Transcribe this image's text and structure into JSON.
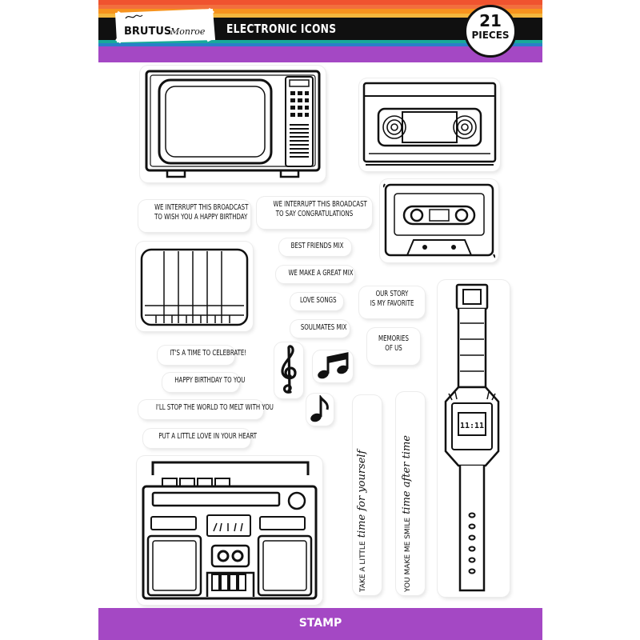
{
  "header": {
    "brand": "BRUTUSMonroe",
    "title": "ELECTRONIC ICONS",
    "badge_number": "21",
    "badge_label": "PIECES"
  },
  "sentiments": {
    "broadcast_birthday": [
      "WE INTERRUPT THIS BROADCAST",
      "TO WISH YOU A HAPPY BIRTHDAY"
    ],
    "broadcast_congrats": [
      "WE INTERRUPT THIS BROADCAST",
      "TO SAY CONGRATULATIONS"
    ],
    "best_friends_mix": "BEST FRIENDS MIX",
    "great_mix": "WE MAKE A GREAT MIX",
    "love_songs": "LOVE SONGS",
    "soulmates_mix": "SOULMATES MIX",
    "our_story": [
      "OUR STORY",
      "IS MY FAVORITE"
    ],
    "memories": [
      "MEMORIES",
      "OF US"
    ],
    "celebrate": "IT'S A TIME TO CELEBRATE!",
    "happy_birthday": "HAPPY BIRTHDAY TO YOU",
    "stop_world": "I'LL STOP THE WORLD TO MELT WITH YOU",
    "little_love": "PUT A LITTLE LOVE IN YOUR HEART",
    "take_little": "TAKE A LITTLE",
    "time_for_yourself": "time for yourself",
    "make_me_smile": "YOU MAKE ME SMILE",
    "time_after_time": "time after time"
  },
  "stamps": [
    "tv-icon",
    "vhs-tape-icon",
    "cassette-icon",
    "tv-screen-icon",
    "treble-clef-icon",
    "music-notes-icon",
    "music-note-icon",
    "wristwatch-icon",
    "boombox-icon"
  ],
  "watch_display": "11:11",
  "footer": {
    "label": "STAMP"
  },
  "colors": {
    "stripe_red": "#f0532f",
    "stripe_orange": "#f7931e",
    "stripe_yellow": "#f4b63d",
    "stripe_black": "#101010",
    "stripe_teal": "#18a999",
    "stripe_blue": "#2a7fc8",
    "purple": "#a448c4"
  }
}
